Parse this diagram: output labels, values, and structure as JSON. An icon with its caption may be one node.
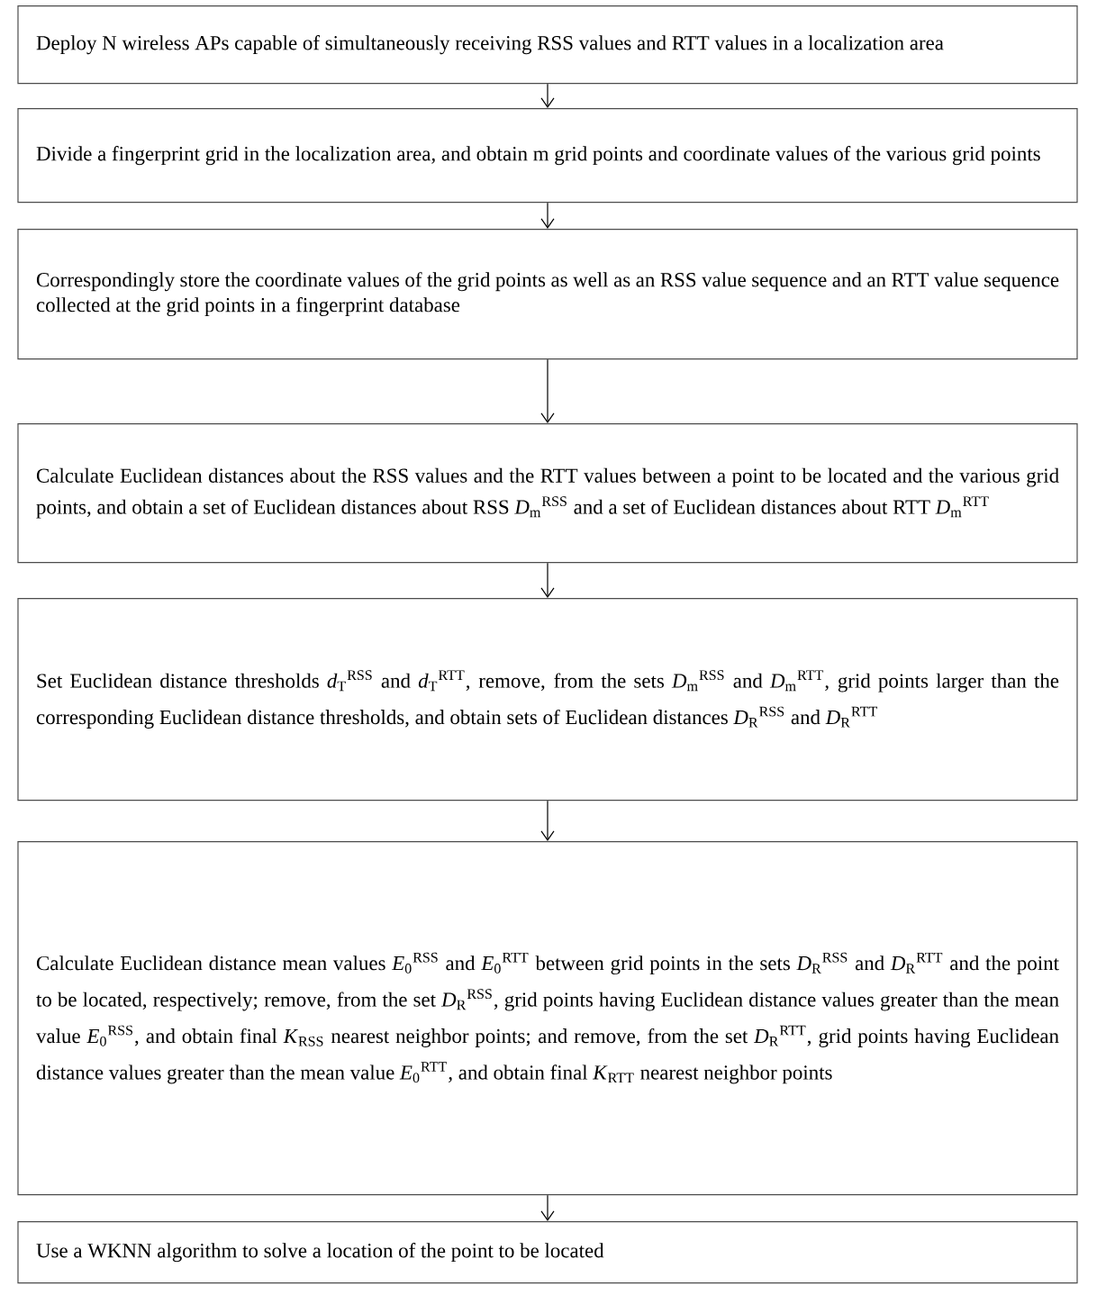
{
  "diagram": {
    "nodes": [
      {
        "text": [
          "Deploy N wireless APs capable of simultaneously receiving RSS values and RTT values in a localization area"
        ]
      },
      {
        "text": [
          "Divide a fingerprint grid in the localization area, and obtain m grid points and coordinate values of the various grid points"
        ]
      },
      {
        "text": [
          "Correspondingly store the coordinate values of the grid points as well as an RSS value sequence and an RTT value sequence collected at the grid points in a fingerprint database"
        ]
      },
      {
        "text": [
          "Calculate Euclidean distances about the RSS values and the RTT values between a point to be located and the various grid points, and obtain a set of Euclidean distances about RSS *D*$_{m}$$^{RSS}$ and a set of Euclidean distances about RTT *D*$_{m}$$^{RTT}$"
        ]
      },
      {
        "text": [
          "Set Euclidean distance thresholds *d*$_{T}$$^{RSS}$ and *d*$_{T}$$^{RTT}$, remove, from the sets *D*$_{m}$$^{RSS}$ and *D*$_{m}$$^{RTT}$, grid points larger than the corresponding Euclidean distance thresholds, and obtain sets of Euclidean distances *D*$_{R}$$^{RSS}$ and *D*$_{R}$$^{RTT}$"
        ]
      },
      {
        "text": [
          "Calculate Euclidean distance mean values *E*$_{0}$$^{RSS}$ and *E*$_{0}$$^{RTT}$ between grid points in the sets *D*$_{R}$$^{RSS}$ and *D*$_{R}$$^{RTT}$ and the point to be located, respectively; remove, from the set *D*$_{R}$$^{RSS}$, grid points having Euclidean distance values greater than the mean value *E*$_{0}$$^{RSS}$, and obtain final *K*$_{RSS}$ nearest neighbor points; and remove, from the set *D*$_{R}$$^{RTT}$, grid points having Euclidean distance values greater than the mean value *E*$_{0}$$^{RTT}$, and obtain final *K*$_{RTT}$ nearest neighbor points"
        ]
      },
      {
        "text": [
          "Use a WKNN algorithm to solve a location of the point to be located"
        ]
      }
    ],
    "edges": [
      {
        "from": 0,
        "to": 1,
        "arrow": "to"
      },
      {
        "from": 1,
        "to": 2,
        "arrow": "to"
      },
      {
        "from": 2,
        "to": 3,
        "arrow": "to"
      },
      {
        "from": 3,
        "to": 4,
        "arrow": "to"
      },
      {
        "from": 4,
        "to": 5,
        "arrow": "to"
      },
      {
        "from": 5,
        "to": 6,
        "arrow": "to"
      }
    ]
  }
}
